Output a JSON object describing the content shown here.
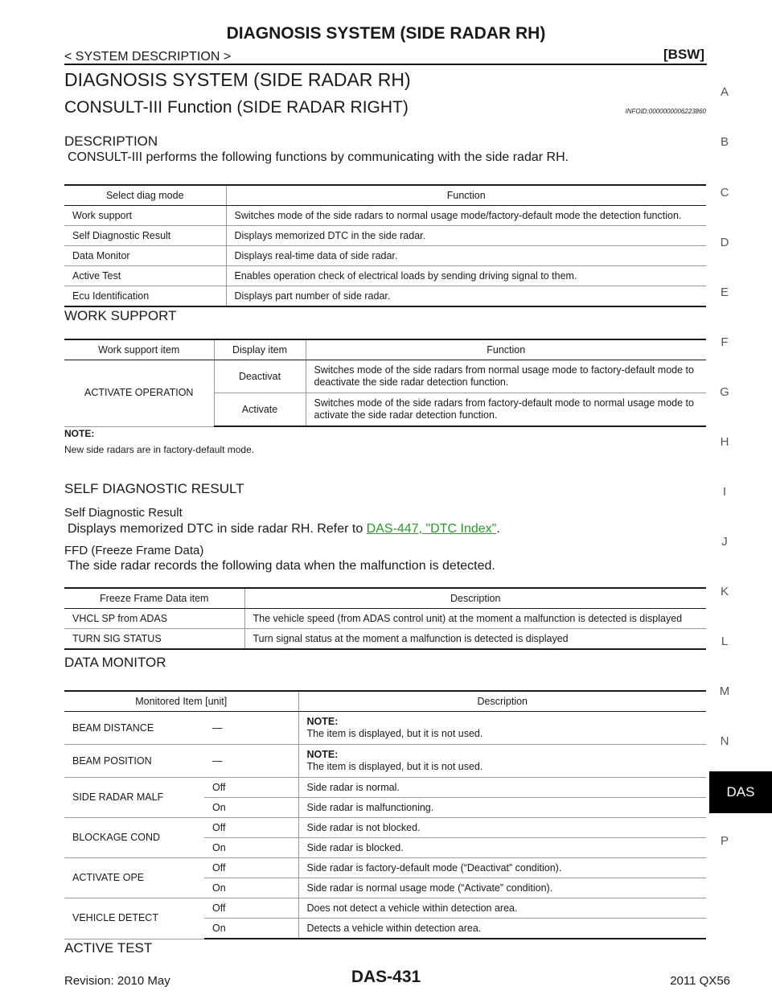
{
  "header": {
    "title": "DIAGNOSIS SYSTEM (SIDE RADAR RH)",
    "breadcrumb": "< SYSTEM DESCRIPTION >",
    "tag": "[BSW]"
  },
  "sidebar": {
    "letters": [
      "A",
      "B",
      "C",
      "D",
      "E",
      "F",
      "G",
      "H",
      "I",
      "J",
      "K",
      "L",
      "M",
      "N",
      "P"
    ],
    "active_tab": "DAS"
  },
  "main": {
    "heading": "DIAGNOSIS SYSTEM (SIDE RADAR RH)",
    "subheading": "CONSULT-III Function (SIDE RADAR RIGHT)",
    "infoid": "INFOID:0000000006223860",
    "description": {
      "title": "DESCRIPTION",
      "text": "CONSULT-III performs the following functions by communicating with the side radar RH.",
      "table": {
        "headers": [
          "Select diag mode",
          "Function"
        ],
        "rows": [
          [
            "Work support",
            "Switches mode of the side radars to normal usage mode/factory-default mode the detection function."
          ],
          [
            "Self Diagnostic Result",
            "Displays memorized DTC in the side radar."
          ],
          [
            "Data Monitor",
            "Displays real-time data of side radar."
          ],
          [
            "Active Test",
            "Enables operation check of electrical loads by sending driving signal to them."
          ],
          [
            "Ecu Identification",
            "Displays part number of side radar."
          ]
        ]
      }
    },
    "work_support": {
      "title": "WORK SUPPORT",
      "headers": [
        "Work support item",
        "Display item",
        "Function"
      ],
      "item": "ACTIVATE OPERATION",
      "rows": [
        {
          "display": "Deactivat",
          "function": "Switches mode of the side radars from normal usage mode to factory-default mode to deactivate the side radar detection function."
        },
        {
          "display": "Activate",
          "function": "Switches mode of the side radars from factory-default mode to normal usage mode to activate the side radar detection function."
        }
      ],
      "note_label": "NOTE:",
      "note_text": "New side radars are in factory-default mode."
    },
    "self_diag": {
      "title": "SELF DIAGNOSTIC RESULT",
      "sub1": "Self Diagnostic Result",
      "text1_prefix": "Displays memorized DTC in side radar RH. Refer to ",
      "text1_link": "DAS-447, \"DTC Index\"",
      "text1_suffix": ".",
      "sub2": "FFD (Freeze Frame Data)",
      "text2": "The side radar records the following data when the malfunction is detected.",
      "table": {
        "headers": [
          "Freeze Frame Data item",
          "Description"
        ],
        "rows": [
          [
            "VHCL SP from ADAS",
            "The vehicle speed (from ADAS control unit) at the moment a malfunction is detected is displayed"
          ],
          [
            "TURN SIG STATUS",
            "Turn signal status at the moment a malfunction is detected is displayed"
          ]
        ]
      }
    },
    "data_monitor": {
      "title": "DATA MONITOR",
      "headers": [
        "Monitored Item [unit]",
        "Description"
      ],
      "note_rows": [
        {
          "item": "BEAM DISTANCE",
          "value": "—",
          "note": "NOTE:",
          "desc": "The item is displayed, but it is not used."
        },
        {
          "item": "BEAM POSITION",
          "value": "—",
          "note": "NOTE:",
          "desc": "The item is displayed, but it is not used."
        }
      ],
      "pair_rows": [
        {
          "item": "SIDE RADAR MALF",
          "off": "Off",
          "off_desc": "Side radar is normal.",
          "on": "On",
          "on_desc": "Side radar is malfunctioning."
        },
        {
          "item": "BLOCKAGE COND",
          "off": "Off",
          "off_desc": "Side radar is not blocked.",
          "on": "On",
          "on_desc": "Side radar is blocked."
        },
        {
          "item": "ACTIVATE OPE",
          "off": "Off",
          "off_desc": "Side radar is factory-default mode (“Deactivat” condition).",
          "on": "On",
          "on_desc": "Side radar is normal usage mode (“Activate” condition)."
        },
        {
          "item": "VEHICLE DETECT",
          "off": "Off",
          "off_desc": "Does not detect a vehicle within detection area.",
          "on": "On",
          "on_desc": "Detects a vehicle within detection area."
        }
      ]
    },
    "active_test": {
      "title": "ACTIVE TEST"
    }
  },
  "footer": {
    "revision": "Revision: 2010 May",
    "page": "DAS-431",
    "model": "2011 QX56"
  }
}
